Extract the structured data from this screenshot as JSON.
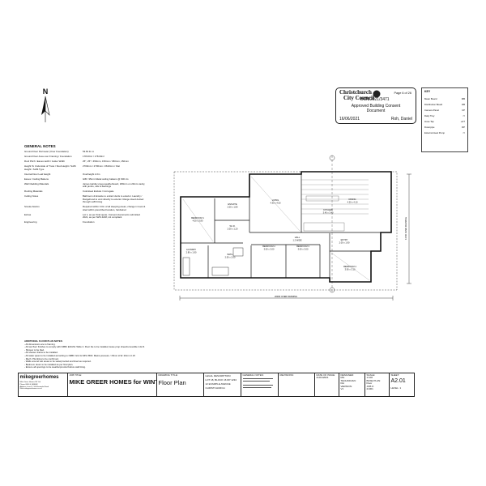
{
  "north": {
    "label": "N"
  },
  "stamp": {
    "org_line1": "Christchurch",
    "org_line2": "City Council",
    "page": "Page 6 of 26",
    "consent_ref": "BCN/2021/3471",
    "approval_line1": "Approved Building Consent",
    "approval_line2": "Document",
    "date": "16/06/2021",
    "officer": "Roh, Daniel"
  },
  "key": {
    "title": "KEY",
    "items": [
      {
        "label": "Meter Board",
        "symbol": "MB"
      },
      {
        "label": "Distribution Board",
        "symbol": "DB"
      },
      {
        "label": "Camera Panel",
        "symbol": "CP"
      },
      {
        "label": "Daily Tray",
        "symbol": "▭"
      },
      {
        "label": "Hose Tap",
        "symbol": "+HT"
      },
      {
        "label": "Downpipe",
        "symbol": "DP"
      },
      {
        "label": "External Heat Pump",
        "symbol": "▭"
      }
    ]
  },
  "general_notes": {
    "title": "GENERAL NOTES",
    "rows": [
      {
        "k": "Ground Floor Perimeter (Over Foundation)",
        "v": "53.81 lin m"
      },
      {
        "k": "Ground Floor Area over Framing / Foundation",
        "v": "178.00m² / 178.00m²"
      },
      {
        "k": "Roof Pitch / Eaves width / Gutter Width",
        "v": "25°, 25° / 450mm, 150mm / 450mm, 150mm"
      },
      {
        "k": "Height To Underside of Truss / Stud Height / Soffit Height / Soffit Type",
        "v": "2700mm / 2700mm / 2610mm / Flat"
      },
      {
        "k": "Internal Door Leaf Height",
        "v": "Overheight 2.2m"
      },
      {
        "k": "Eaves / Ceiling Battens",
        "v": "GIB / 35mm Metal ceiling battens @ 600 crs"
      },
      {
        "k": "Wall Cladding Materials",
        "v": "James Hardie Linea weatherboard, 180mm on 20mm cavity, with jambs, sills & flashings"
      },
      {
        "k": "Roofing Materials",
        "v": "Colorsteel Endura / Corrugate"
      },
      {
        "k": "Ceiling Notes",
        "v": "Bathroom & Ensuite to extract ducts to exterior. Laundry / Rangehood to vent directly to exterior. Range Hood ducted through soffit lining"
      },
      {
        "k": "Smoke Alarms",
        "v": "Required within 3.0m of all sleeping areas, change in level & sited within prescribed location, hardwired"
      },
      {
        "k": "Extras",
        "v": "Lot 1, as per final quote. Consent documents submitted 2021, as per NZS 4218, H1 compliant"
      },
      {
        "k": "Engineering",
        "v": "Foundation"
      }
    ]
  },
  "additional_notes": {
    "title": "ADDITIONAL FLOOR PLAN NOTES:",
    "lines": [
      "- All dimensions are to framing.",
      "- All wet floor finishes to comply with NZBC E3/AS1 Table 2. Floor tile to be installed; leave prop sheet/removable in E.R.",
      "- Shower to be tiled.",
      "- All shower drains to be installed.",
      "- All water pipes to be installed according to NZBC G12 & NZS 3500. Mains pressure / 15mm H.W. 20mm C.W.",
      "- Mech. Plumbing to be confirmed.",
      "- Walls around wet areas to be waterproofed and lined as required.",
      "- Bedroom doors to be installed as per final plan.",
      "- Ensure all openings to be weatherproofed before wall lining."
    ]
  },
  "plan": {
    "rooms": [
      {
        "name": "BEDROOM 1",
        "dims": "4.00 x 3.80"
      },
      {
        "name": "ENSUITE",
        "dims": "2.00 x 1.80"
      },
      {
        "name": "W.I.R.",
        "dims": "2.00 x 1.20"
      },
      {
        "name": "LIVING",
        "dims": "4.30 x 4.50"
      },
      {
        "name": "KITCHEN",
        "dims": "3.40 x 3.40"
      },
      {
        "name": "DINING",
        "dims": "4.20 x 4.10"
      },
      {
        "name": "HALL",
        "dims": "1.2 WIDE"
      },
      {
        "name": "LAUNDRY",
        "dims": "2.80 x 1.90"
      },
      {
        "name": "BATH",
        "dims": "2.50 x 2.00"
      },
      {
        "name": "BEDROOM 2",
        "dims": "3.00 x 3.00"
      },
      {
        "name": "BEDROOM 3",
        "dims": "3.00 x 3.00"
      },
      {
        "name": "ENTRY",
        "dims": "2.00 x 1.90"
      },
      {
        "name": "BEDROOM 4",
        "dims": "3.90 x 3.10"
      }
    ],
    "overall_width": "20300 OVER FRAMING",
    "overall_depth": "11700 OVER FRAMING"
  },
  "title_block": {
    "company": "mikegreerhomes",
    "company_lines": [
      "Mike Greer Homes NZ Ltd",
      "Phone  0800 4 GREER",
      "Address  Level 1, 100 Example Road",
      "Web  mikegreerhomes.co.nz"
    ],
    "job_title_label": "JOB TITLE:",
    "job_title": "MIKE GREER HOMES for WINTER",
    "drawing_title_label": "DRAWING TITLE:",
    "drawing_title": "Floor Plan",
    "legal_label": "LEGAL DESCRIPTION:",
    "legal": "LOT 18, BLOCK 16   DP 1234",
    "address": "12 EXAMPLE AVENUE",
    "city": "CHRISTCHURCH",
    "general_label": "GENERAL NOTES:",
    "revisions_label": "REVISIONS:",
    "date_label": "DATE OF ISSUE:",
    "date_value": "21/01/2021",
    "designed_label": "DESIGNED:",
    "designed_value": "MG",
    "scale_label": "SCALE:",
    "scale_value": "1:100",
    "tech_label": "TECHNICIAN:",
    "tech_value": "DH",
    "base_label": "BASE PLAN:",
    "base_value": "Floor",
    "version_label": "VERSION:",
    "version_value": "V1",
    "level_label": "LEVEL:",
    "level_value": "1",
    "job_label": "JOB #:",
    "job_value": "21001",
    "sheet_label": "SHEET:",
    "sheet_value": "A2.01"
  }
}
